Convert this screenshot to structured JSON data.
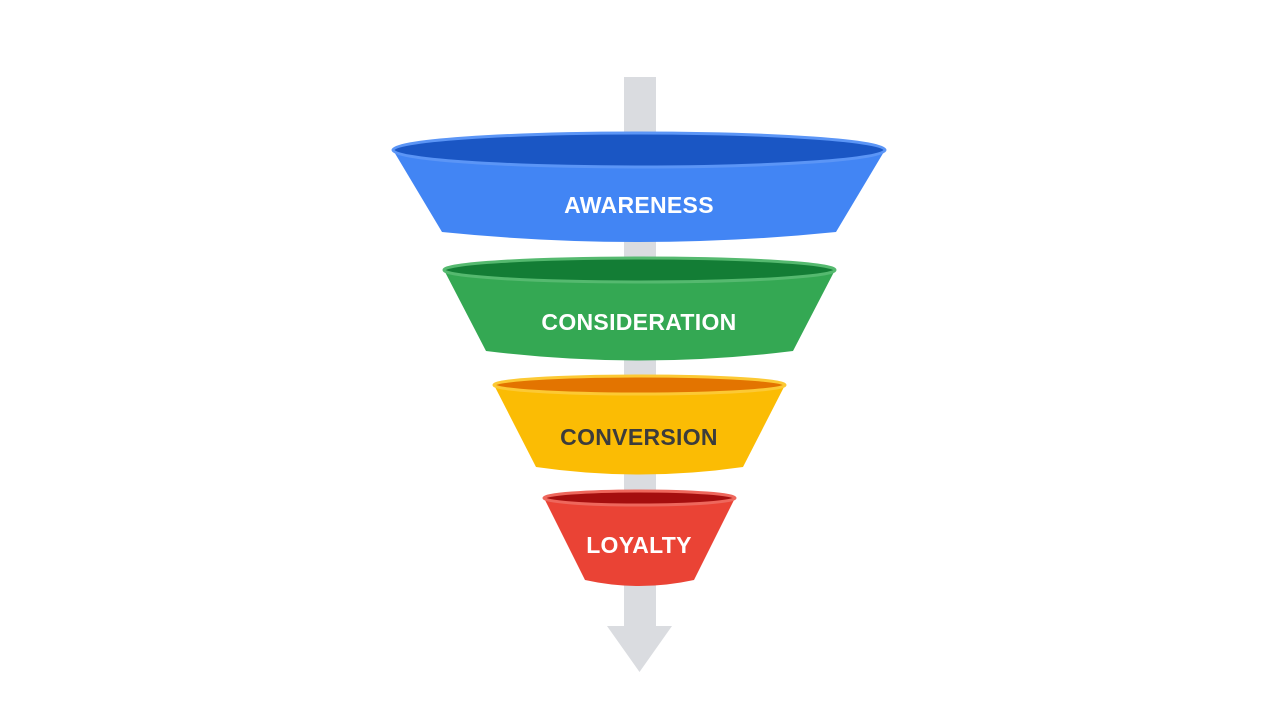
{
  "colors": {
    "arrow": "#dadce0",
    "background": "#ffffff"
  },
  "stages": [
    {
      "label": "AWARENESS",
      "color": "#4285f4",
      "rim_color": "#1a56c4",
      "rim_edge": "#5b95f6",
      "text_color": "#ffffff"
    },
    {
      "label": "CONSIDERATION",
      "color": "#34a853",
      "rim_color": "#137d35",
      "rim_edge": "#55b96f",
      "text_color": "#ffffff"
    },
    {
      "label": "CONVERSION",
      "color": "#fbbc04",
      "rim_color": "#e37400",
      "rim_edge": "#fcc934",
      "text_color": "#3c3c3c"
    },
    {
      "label": "LOYALTY",
      "color": "#ea4335",
      "rim_color": "#a50e0e",
      "rim_edge": "#ee675c",
      "text_color": "#ffffff"
    }
  ]
}
